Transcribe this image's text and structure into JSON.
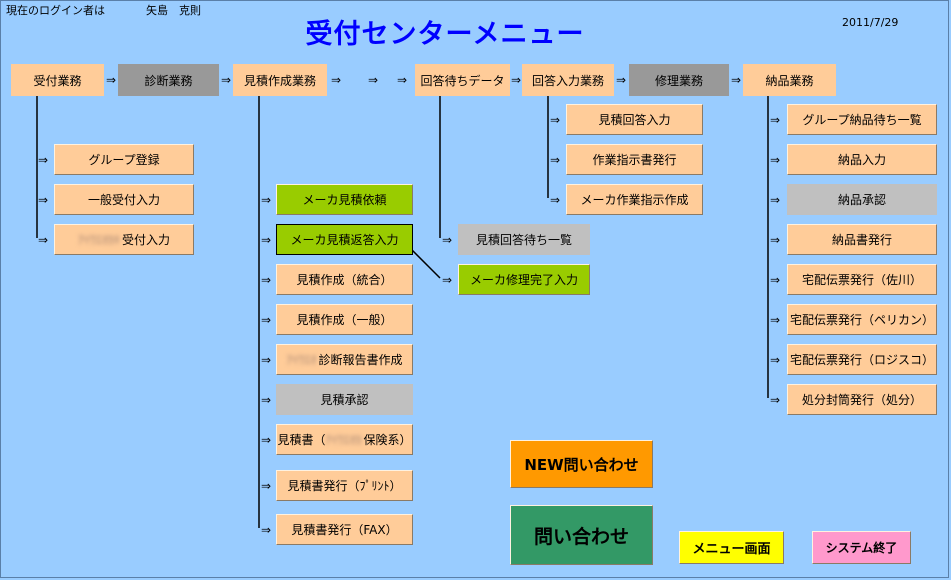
{
  "header": {
    "login_label": "現在のログイン者は",
    "user_name": "矢島　克則",
    "title": "受付センターメニュー",
    "date": "2011/7/29"
  },
  "arrow_glyph": "⇒",
  "top_row": {
    "reception": "受付業務",
    "diagnosis": "診断業務",
    "estimate": "見積作成業務",
    "answer_wait": "回答待ちデータ",
    "answer_input": "回答入力業務",
    "repair": "修理業務",
    "delivery": "納品業務"
  },
  "reception_items": {
    "group_register": "グループ登録",
    "general_reception": "一般受付入力",
    "blurred_reception_prefix": "ｱｲｳｴｵｶｷ",
    "blurred_reception": "受付入力"
  },
  "estimate_items": {
    "maker_request": "メーカ見積依頼",
    "maker_reply": "メーカ見積返答入力",
    "create_combined": "見積作成（統合）",
    "create_general": "見積作成（一般）",
    "diag_report_prefix": "ｱｲｳｴｵ",
    "diag_report": "診断報告書作成",
    "approval": "見積承認",
    "doc_prefix": "見積書（",
    "doc_blur": "ｱｲｳｴｵｶ",
    "doc_suffix": "保険系）",
    "doc_print": "見積書発行（ﾌﾟﾘﾝﾄ）",
    "doc_fax": "見積書発行（FAX）"
  },
  "answer_wait_items": {
    "answer_wait_list": "見積回答待ち一覧",
    "maker_repair_done": "メーカ修理完了入力"
  },
  "answer_input_items": {
    "estimate_answer": "見積回答入力",
    "work_order": "作業指示書発行",
    "maker_work_order": "メーカ作業指示作成"
  },
  "delivery_items": {
    "group_wait_list": "グループ納品待ち一覧",
    "delivery_input": "納品入力",
    "delivery_approval": "納品承認",
    "delivery_doc": "納品書発行",
    "courier_sagawa": "宅配伝票発行（佐川）",
    "courier_pelican": "宅配伝票発行（ペリカン）",
    "courier_logisco": "宅配伝票発行（ロジスコ）",
    "disposal": "処分封筒発行（処分）"
  },
  "actions": {
    "new_inquiry": "NEW問い合わせ",
    "inquiry": "問い合わせ",
    "menu": "メニュー画面",
    "exit": "システム終了"
  }
}
